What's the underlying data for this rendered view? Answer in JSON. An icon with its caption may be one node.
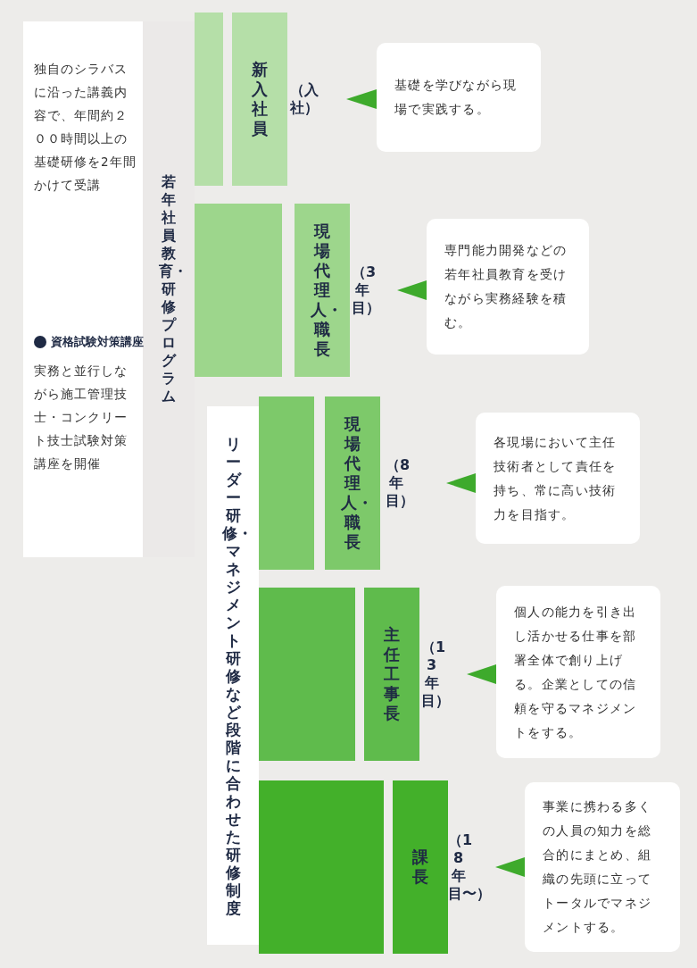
{
  "diagram": {
    "nodes": [
      {
        "text": [
          "若年社員教育・研修プログラム",
          "独自のシラバスに沿った講義内容で、年間約２００時間以上の基礎研修を2年間かけて受講",
          "資格試験対策講座",
          "実務と並行しながら施工管理技士・コンクリート技士試験対策講座を開催"
        ]
      },
      {
        "text": [
          "リーダー研修・マネジメント研修など段階に合わせた研修制度"
        ]
      },
      {
        "text": [],
        "shape": "bar"
      },
      {
        "text": [
          "新入社員"
        ],
        "beside": [
          "（入社）"
        ]
      },
      {
        "text": [
          "基礎を学びながら現場で実践する。"
        ]
      },
      {
        "text": [],
        "shape": "bar"
      },
      {
        "text": [
          "現場代理人・職長"
        ],
        "beside": [
          "（3年目）"
        ]
      },
      {
        "text": [
          "専門能力開発などの若年社員教育を受けながら実務経験を積む。"
        ]
      },
      {
        "text": [],
        "shape": "bar"
      },
      {
        "text": [
          "現場代理人・職長"
        ],
        "beside": [
          "（8年目）"
        ]
      },
      {
        "text": [
          "各現場において主任技術者として責任を持ち、常に高い技術力を目指す。"
        ]
      },
      {
        "text": [],
        "shape": "bar"
      },
      {
        "text": [
          "主任工事長"
        ],
        "beside": [
          "（13年目）"
        ]
      },
      {
        "text": [
          "個人の能力を引き出し活かせる仕事を部署全体で創り上げる。企業としての信頼を守るマネジメントをする。"
        ]
      },
      {
        "text": [],
        "shape": "bar"
      },
      {
        "text": [
          "課長"
        ],
        "beside": [
          "（18年目〜）"
        ]
      },
      {
        "text": [
          "事業に携わる多くの人員の知力を総合的にまとめ、組織の先頭に立ってトータルでマネジメントする。"
        ]
      }
    ],
    "edges": [
      {
        "from": 4,
        "to": 3,
        "arrow": "to"
      },
      {
        "from": 7,
        "to": 6,
        "arrow": "to"
      },
      {
        "from": 10,
        "to": 9,
        "arrow": "to"
      },
      {
        "from": 13,
        "to": 12,
        "arrow": "to"
      },
      {
        "from": 16,
        "to": 15,
        "arrow": "to"
      }
    ]
  }
}
